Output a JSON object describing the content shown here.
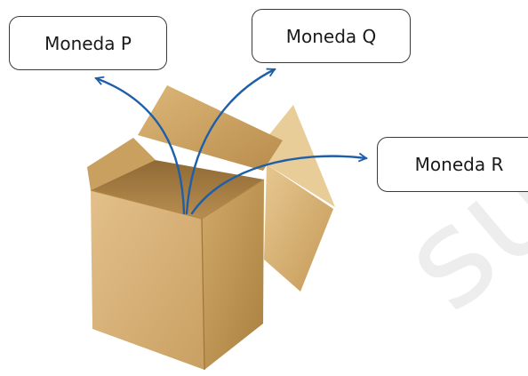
{
  "labels": {
    "coin_p": "Moneda P",
    "coin_q": "Moneda Q",
    "coin_r": "Moneda R"
  },
  "watermark": {
    "text": "su r"
  },
  "colors": {
    "arrow": "#1f5fa8",
    "box_border": "#3a3a3a",
    "cardboard": "#d4a868"
  },
  "icons": {
    "box": "open-cardboard-box",
    "arrows": "curved-arrow"
  }
}
